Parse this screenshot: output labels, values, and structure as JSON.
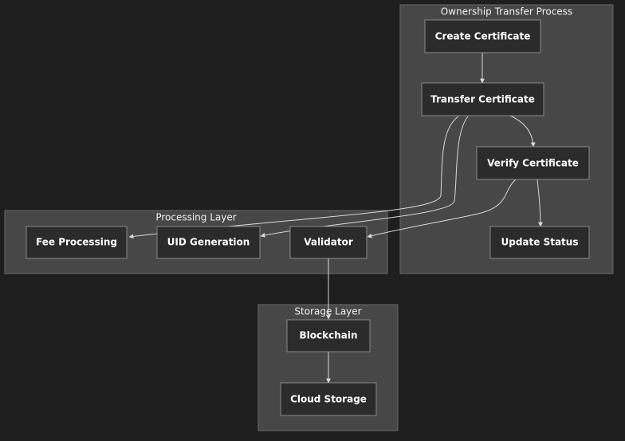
{
  "clusters": {
    "ownership": {
      "title": "Ownership Transfer Process"
    },
    "processing": {
      "title": "Processing Layer"
    },
    "storage": {
      "title": "Storage Layer"
    }
  },
  "nodes": {
    "create_certificate": "Create Certificate",
    "transfer_certificate": "Transfer Certificate",
    "verify_certificate": "Verify Certificate",
    "update_status": "Update Status",
    "fee_processing": "Fee Processing",
    "uid_generation": "UID Generation",
    "validator": "Validator",
    "blockchain": "Blockchain",
    "cloud_storage": "Cloud Storage"
  },
  "edges": [
    {
      "from": "Create Certificate",
      "to": "Transfer Certificate"
    },
    {
      "from": "Transfer Certificate",
      "to": "Verify Certificate"
    },
    {
      "from": "Transfer Certificate",
      "to": "Fee Processing"
    },
    {
      "from": "Transfer Certificate",
      "to": "UID Generation"
    },
    {
      "from": "Verify Certificate",
      "to": "Update Status"
    },
    {
      "from": "Verify Certificate",
      "to": "Validator"
    },
    {
      "from": "Validator",
      "to": "Blockchain"
    },
    {
      "from": "Blockchain",
      "to": "Cloud Storage"
    }
  ],
  "colors": {
    "background": "#1e1e1e",
    "cluster_fill": "#474747",
    "node_fill": "#2b2b2b",
    "edge": "#d8d8d8",
    "text": "#ffffff"
  }
}
